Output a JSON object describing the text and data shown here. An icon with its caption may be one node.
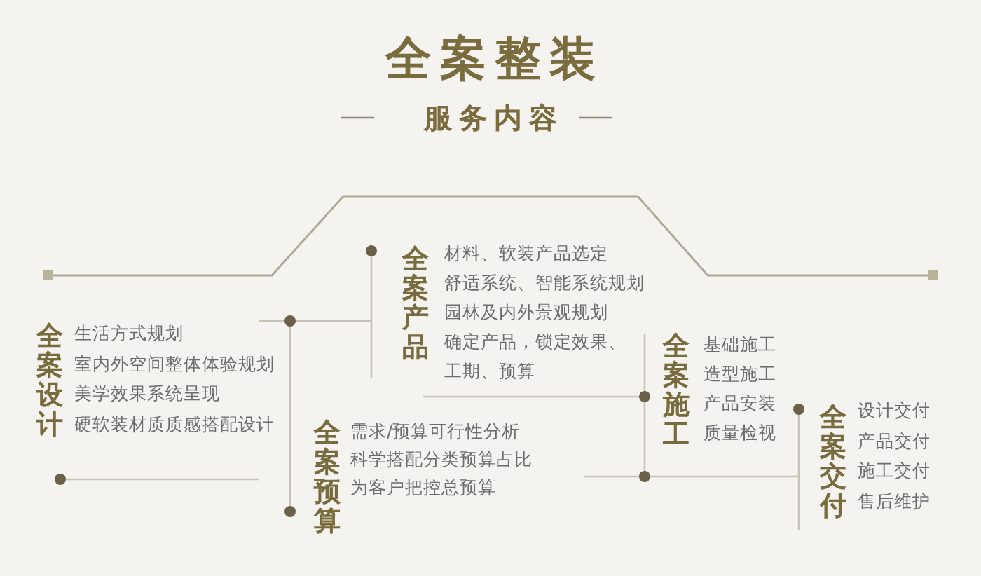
{
  "diagram": {
    "title": "全案整装",
    "nodes": [
      {
        "text": [
          "全案设计",
          "生活方式规划",
          "室内外空间整体体验规划",
          "美学效果系统呈现",
          "硬软装材质质感搭配设计"
        ]
      },
      {
        "text": [
          "全案产品",
          "材料、软装产品选定",
          "舒适系统、智能系统规划",
          "园林及内外景观规划",
          "确定产品，锁定效果、工期、预算"
        ]
      },
      {
        "text": [
          "全案预算",
          "需求/预算可行性分析",
          "科学搭配分类预算占比",
          "为客户把控总预算"
        ]
      },
      {
        "text": [
          "全案施工",
          "基础施工",
          "造型施工",
          "产品安装",
          "质量检视"
        ]
      },
      {
        "text": [
          "全案交付",
          "设计交付",
          "产品交付",
          "施工交付",
          "售后维护"
        ]
      }
    ],
    "labels": [
      "服务内容"
    ]
  }
}
